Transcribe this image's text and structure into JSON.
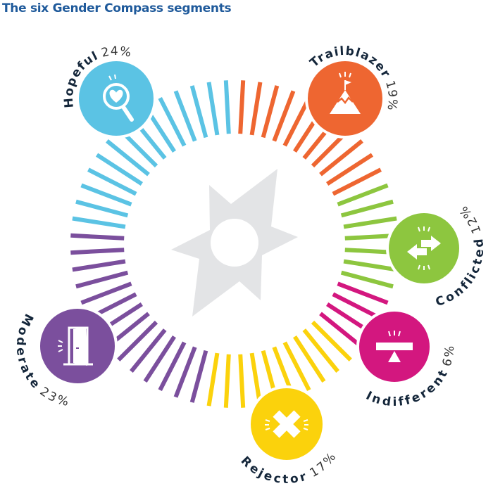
{
  "title": "The six Gender Compass segments",
  "center_icon": "compass-star-icon",
  "segments": [
    {
      "name": "Trailblazer",
      "percent": "19%",
      "color": "#ee6631",
      "icon": "mountain-flag-icon"
    },
    {
      "name": "Conflicted",
      "percent": "12%",
      "color": "#8dc63f",
      "icon": "opposing-arrows-icon"
    },
    {
      "name": "Indifferent",
      "percent": "6%",
      "color": "#d3177f",
      "icon": "balance-seesaw-icon"
    },
    {
      "name": "Rejector",
      "percent": "17%",
      "color": "#fbd20c",
      "icon": "cross-x-icon"
    },
    {
      "name": "Moderate",
      "percent": "23%",
      "color": "#7b4f9d",
      "icon": "open-door-icon"
    },
    {
      "name": "Hopeful",
      "percent": "24%",
      "color": "#5bc3e4",
      "icon": "magnifier-heart-icon"
    }
  ]
}
